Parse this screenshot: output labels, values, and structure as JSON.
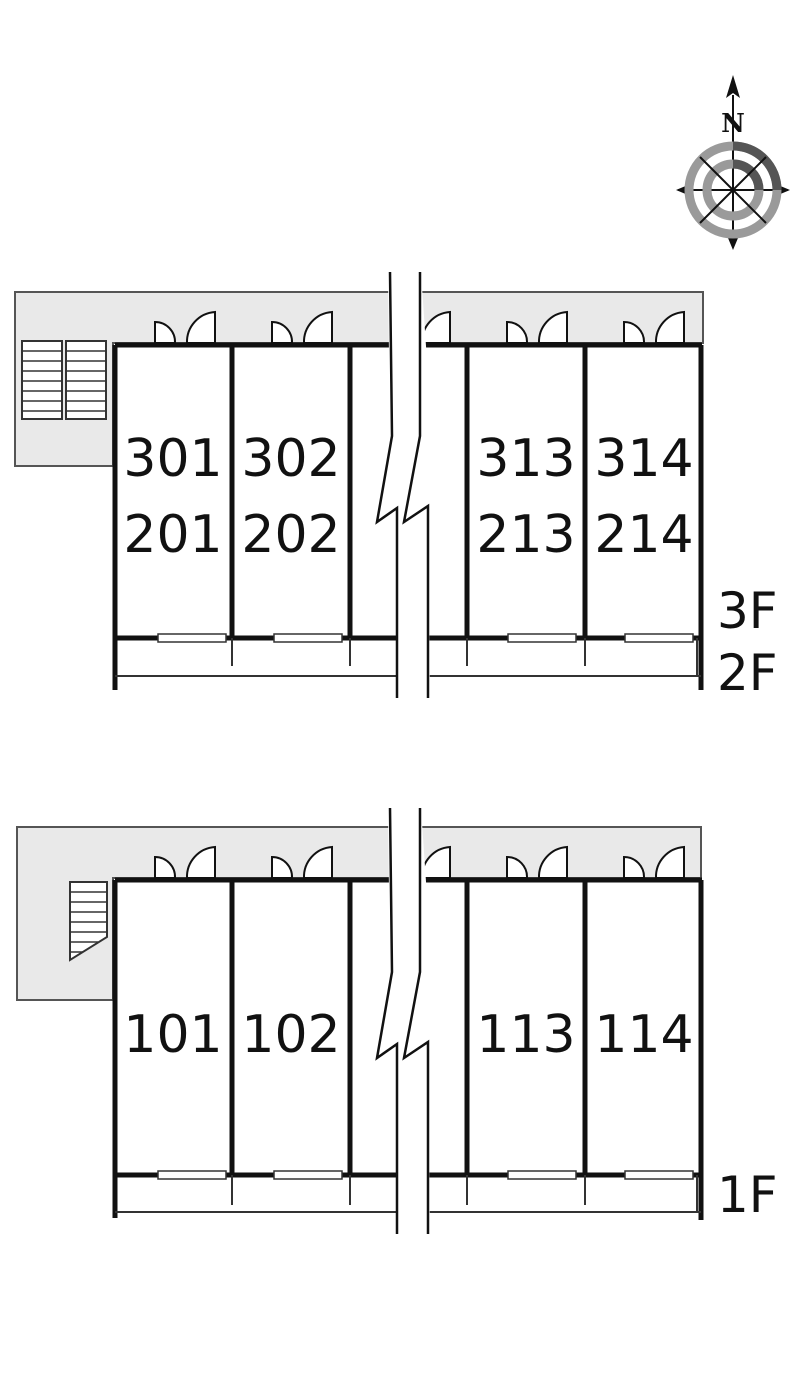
{
  "compass": {
    "label": "N",
    "icon": "compass-rose-icon"
  },
  "upper_block": {
    "floor_labels": [
      "3F",
      "2F"
    ],
    "units_top": [
      "301",
      "302",
      "313",
      "314"
    ],
    "units_bottom": [
      "201",
      "202",
      "213",
      "214"
    ],
    "stair_icon": "double-staircase-icon"
  },
  "lower_block": {
    "floor_labels": [
      "1F"
    ],
    "units": [
      "101",
      "102",
      "113",
      "114"
    ],
    "stair_icon": "staircase-icon"
  },
  "colors": {
    "corridor": "#e9e9e9",
    "wall": "#111111",
    "compass_ring": "#9a9a9a"
  }
}
